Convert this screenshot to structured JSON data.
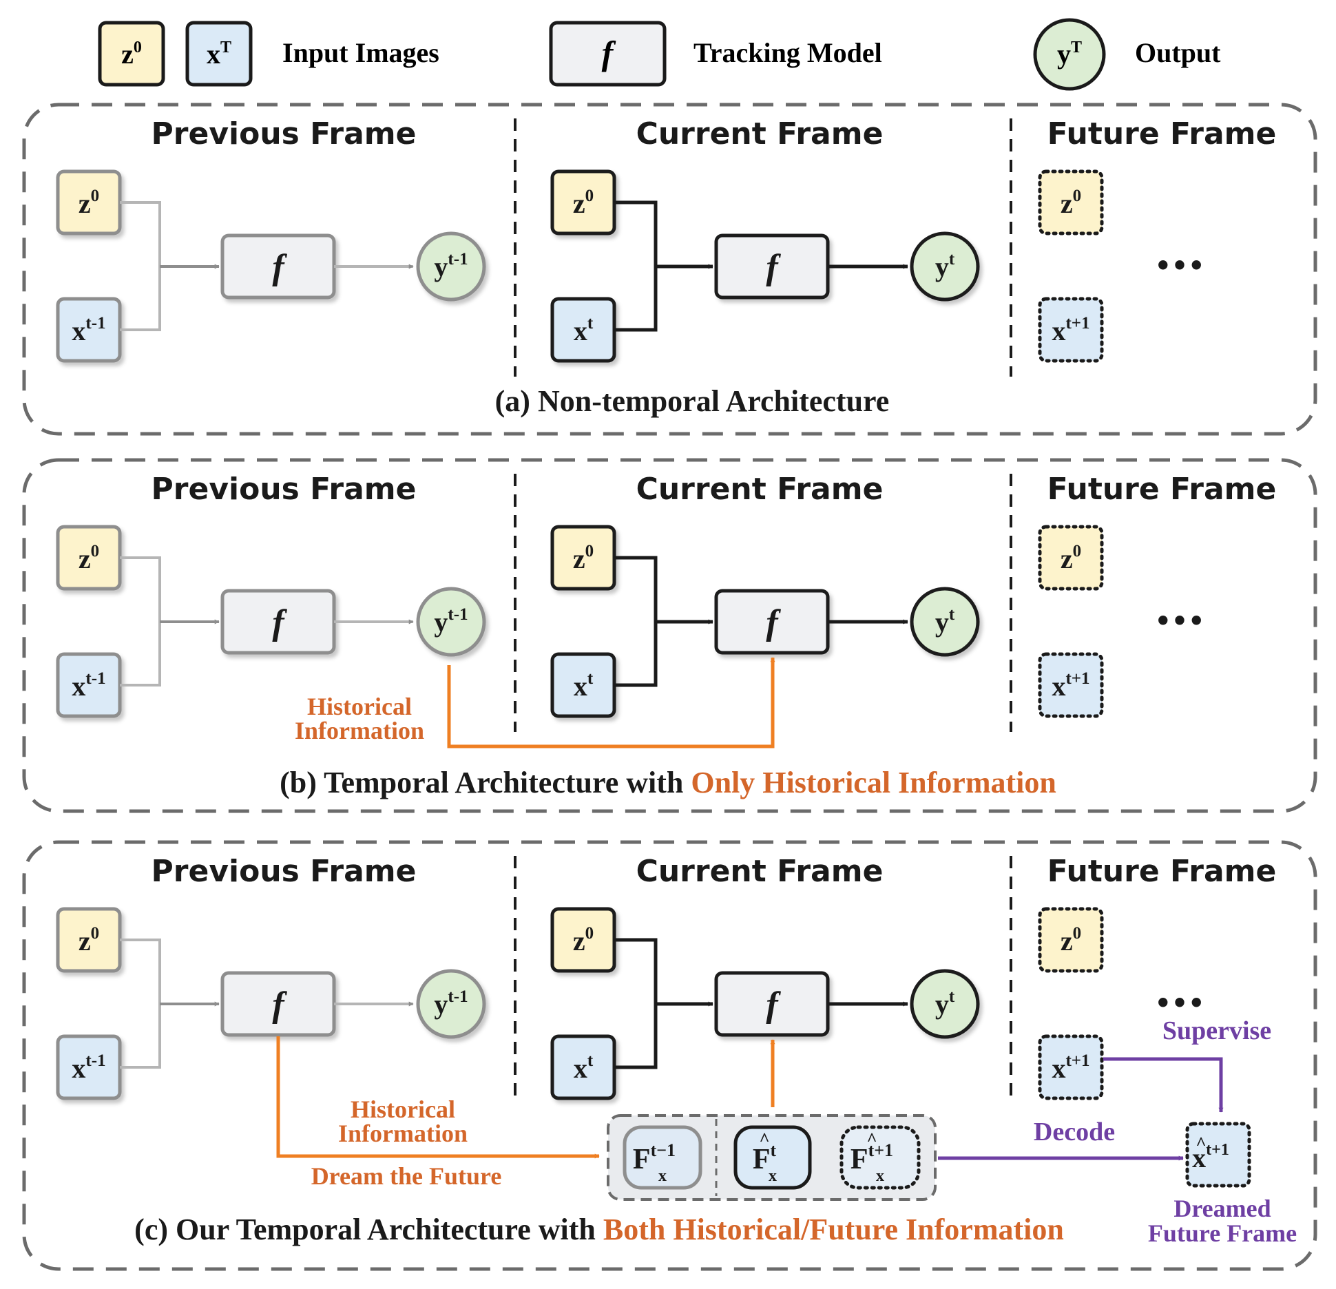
{
  "legend": {
    "input_z": "z",
    "input_z_sup": "0",
    "input_x": "x",
    "input_x_sup": "T",
    "input_label": "Input Images",
    "model_symbol": "f",
    "model_label": "Tracking Model",
    "output_y": "y",
    "output_y_sup": "T",
    "output_label": "Output"
  },
  "panels": [
    {
      "id": "a",
      "caption_prefix": "(a) Non-temporal Architecture",
      "caption_highlight": ""
    },
    {
      "id": "b",
      "caption_prefix": "(b) Temporal Architecture with ",
      "caption_highlight": "Only Historical Information",
      "hist_line1": "Historical",
      "hist_line2": "Information"
    },
    {
      "id": "c",
      "caption_prefix": "(c) Our Temporal Architecture with ",
      "caption_highlight": "Both Historical/Future Information",
      "hist_line1": "Historical",
      "hist_line2": "Information",
      "dream_label": "Dream the Future",
      "supervise_label": "Supervise",
      "decode_label": "Decode",
      "dreamed_line1": "Dreamed",
      "dreamed_line2": "Future Frame",
      "features": [
        {
          "base": "F",
          "sup": "t−1",
          "sub": "x",
          "hat": false
        },
        {
          "base": "F",
          "sup": "t",
          "sub": "x",
          "hat": true
        },
        {
          "base": "F",
          "sup": "t+1",
          "sub": "x",
          "hat": true
        }
      ],
      "dreamed_node": {
        "base": "x",
        "sup": "t+1",
        "hat": true
      }
    }
  ],
  "column_headers": [
    "Previous Frame",
    "Current Frame",
    "Future Frame"
  ],
  "nodes": {
    "z_base": "z",
    "z_sup": "0",
    "x_base": "x",
    "x_prev_sup": "t-1",
    "x_cur_sup": "t",
    "x_fut_sup": "t+1",
    "y_base": "y",
    "y_prev_sup": "t-1",
    "y_cur_sup": "t",
    "f_symbol": "f",
    "ellipsis": "•••"
  },
  "colors": {
    "z_fill": "#fdf3cc",
    "x_fill": "#dbeaf7",
    "f_fill": "#f0f1f3",
    "y_fill": "#dcedd3",
    "orange": "#ef7f22",
    "orange_text": "#d4662a",
    "purple": "#6e3fa3",
    "dash": "#6b6b6b",
    "dark": "#1a1a1a",
    "faded": "#8e8e8e"
  }
}
